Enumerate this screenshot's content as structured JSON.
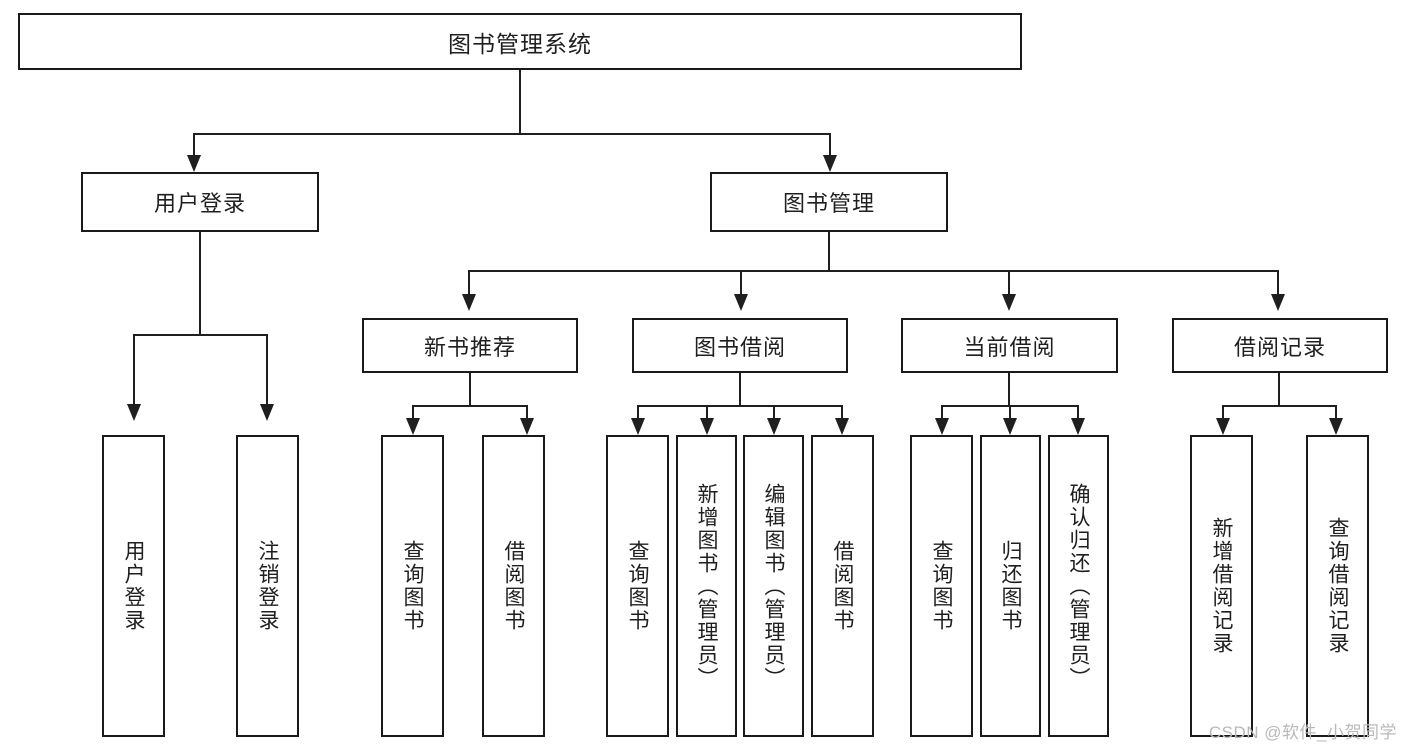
{
  "diagram": {
    "title": "图书管理系统",
    "type": "tree",
    "watermark": "CSDN @软件_小贺同学",
    "levels": {
      "root": {
        "label": "图书管理系统"
      },
      "level1": [
        {
          "label": "用户登录"
        },
        {
          "label": "图书管理"
        }
      ],
      "level2": [
        {
          "label": "新书推荐"
        },
        {
          "label": "图书借阅"
        },
        {
          "label": "当前借阅"
        },
        {
          "label": "借阅记录"
        }
      ],
      "leaves": {
        "user_login": [
          {
            "label": "用户登录"
          },
          {
            "label": "注销登录"
          }
        ],
        "new_book_recommend": [
          {
            "label": "查询图书"
          },
          {
            "label": "借阅图书"
          }
        ],
        "book_borrow": [
          {
            "label": "查询图书"
          },
          {
            "label": "新增图书（管理员）"
          },
          {
            "label": "编辑图书（管理员）"
          },
          {
            "label": "借阅图书"
          }
        ],
        "current_borrow": [
          {
            "label": "查询图书"
          },
          {
            "label": "归还图书"
          },
          {
            "label": "确认归还（管理员）"
          }
        ],
        "borrow_record": [
          {
            "label": "新增借阅记录"
          },
          {
            "label": "查询借阅记录"
          }
        ]
      }
    },
    "colors": {
      "stroke": "#1f1f1f",
      "fill": "#ffffff",
      "text": "#1f1f1f",
      "watermark": "#b9b9b9"
    }
  }
}
